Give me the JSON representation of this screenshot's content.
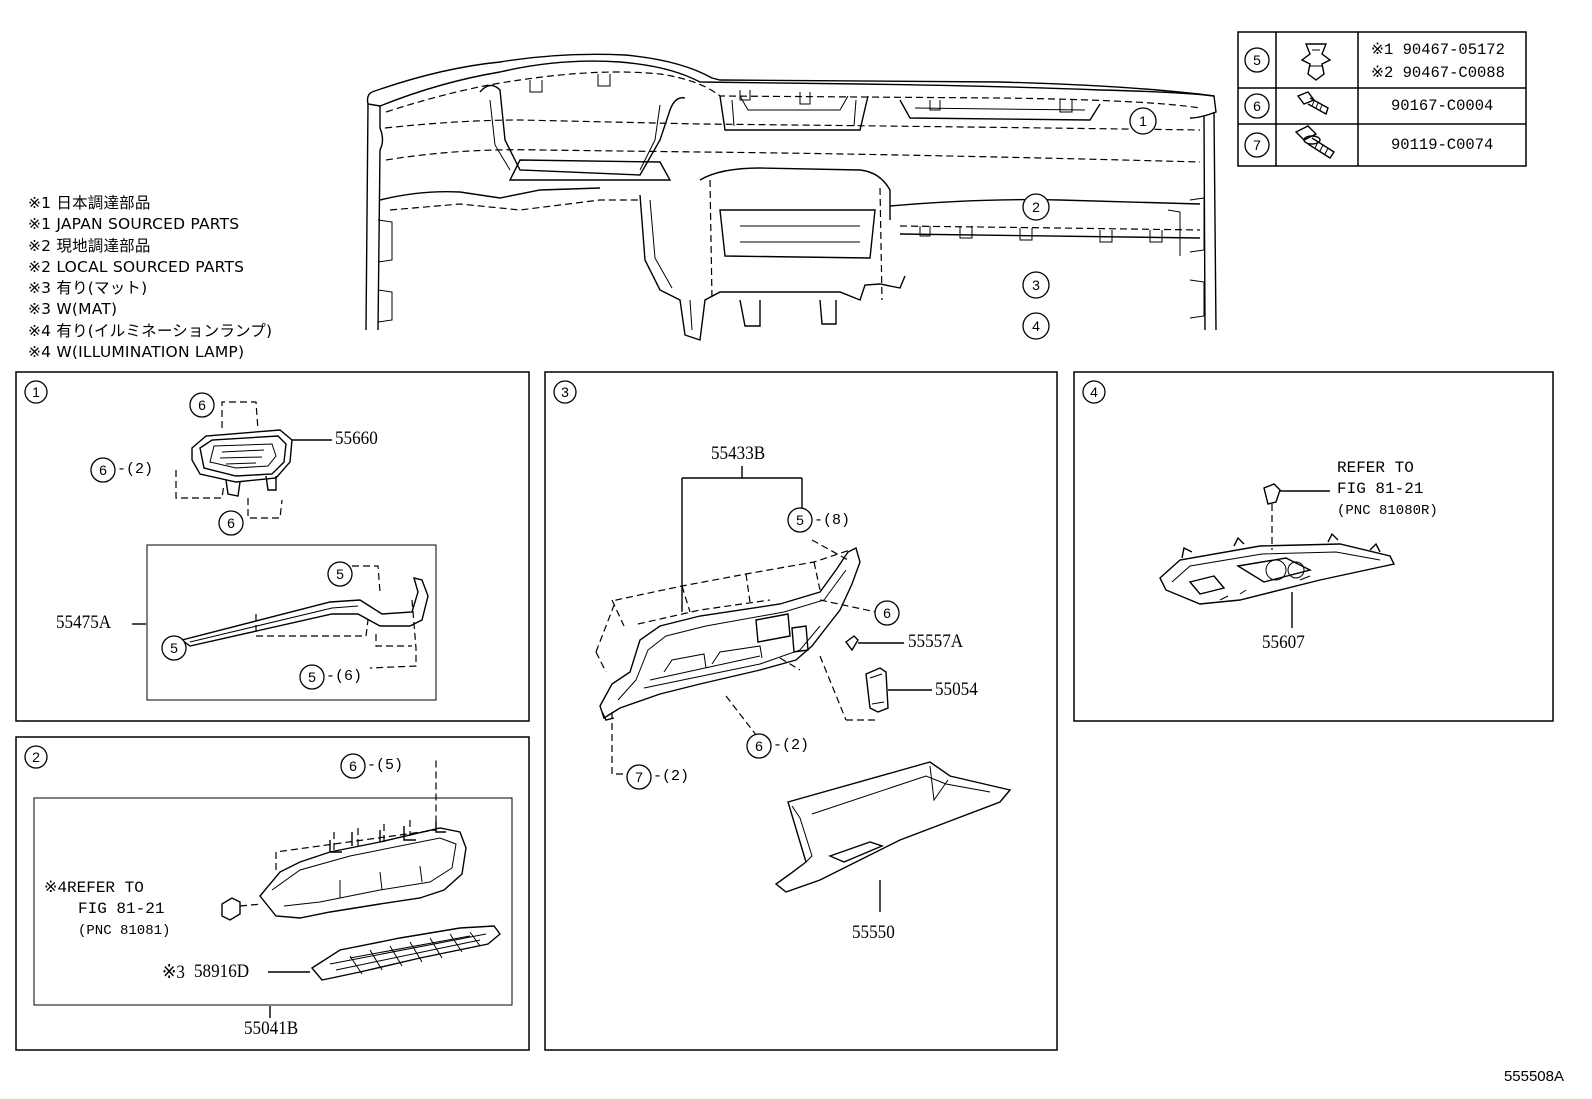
{
  "notes": [
    "※1 日本調達部品",
    "※1 JAPAN SOURCED PARTS",
    "※2 現地調達部品",
    "※2 LOCAL SOURCED PARTS",
    "※3 有り(マット)",
    "※3 W(MAT)",
    "※4 有り(イルミネーションランプ)",
    "※4 W(ILLUMINATION LAMP)"
  ],
  "fastener_table": {
    "rows": [
      {
        "ref": "5",
        "part": [
          "※1 90467-05172",
          "※2 90467-C0088"
        ]
      },
      {
        "ref": "6",
        "part": [
          "90167-C0004"
        ]
      },
      {
        "ref": "7",
        "part": [
          "90119-C0074"
        ]
      }
    ]
  },
  "overview_callouts": [
    "1",
    "2",
    "3",
    "4"
  ],
  "panel1": {
    "index": "1",
    "parts": {
      "p55660": "55660",
      "p55475A": "55475A"
    },
    "callouts": {
      "c6a": "6",
      "c6b": "6",
      "c6c": "6",
      "c5a": "5",
      "c5b": "5",
      "c5c": "5"
    },
    "qty": {
      "q6": "-(2)",
      "q5": "-(6)"
    }
  },
  "panel2": {
    "index": "2",
    "parts": {
      "p55041B": "55041B",
      "p58916D": "58916D",
      "p58916D_mark": "※3"
    },
    "callouts": {
      "c6": "6"
    },
    "qty": {
      "q6": "-(5)"
    },
    "refer": {
      "mark": "※4",
      "line1": "REFER TO",
      "line2": "FIG 81-21",
      "pnc": "(PNC 81081)"
    }
  },
  "panel3": {
    "index": "3",
    "parts": {
      "p55433B": "55433B",
      "p55557A": "55557A",
      "p55054": "55054",
      "p55550": "55550"
    },
    "callouts": {
      "c5": "5",
      "c6a": "6",
      "c6b": "6",
      "c7": "7"
    },
    "qty": {
      "q5": "-(8)",
      "q6": "-(2)",
      "q7": "-(2)"
    }
  },
  "panel4": {
    "index": "4",
    "parts": {
      "p55607": "55607"
    },
    "refer": {
      "line1": "REFER TO",
      "line2": "FIG 81-21",
      "pnc": "(PNC 81080R)"
    }
  },
  "figure_number": "555508A"
}
